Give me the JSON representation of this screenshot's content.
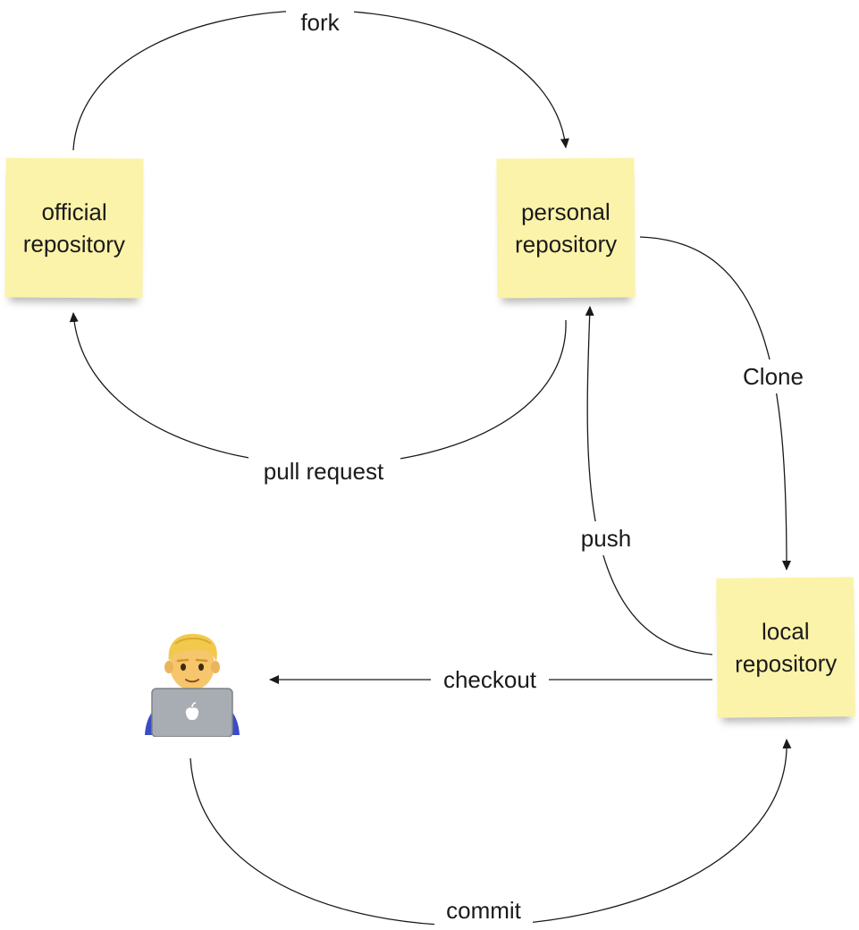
{
  "colors": {
    "note": "#fbf3a9",
    "line": "#1a1a1a",
    "hair": "#f2c94c",
    "skin": "#f7c56b",
    "shirt": "#3a4bc4",
    "laptop": "#a8adb3"
  },
  "nodes": {
    "official": {
      "label": "official repository"
    },
    "personal": {
      "label": "personal repository"
    },
    "local": {
      "label": "local repository"
    },
    "developer": {
      "icon": "man-technologist-icon"
    }
  },
  "edges": {
    "fork": "fork",
    "pull_request": "pull request",
    "clone": "Clone",
    "push": "push",
    "checkout": "checkout",
    "commit": "commit"
  }
}
